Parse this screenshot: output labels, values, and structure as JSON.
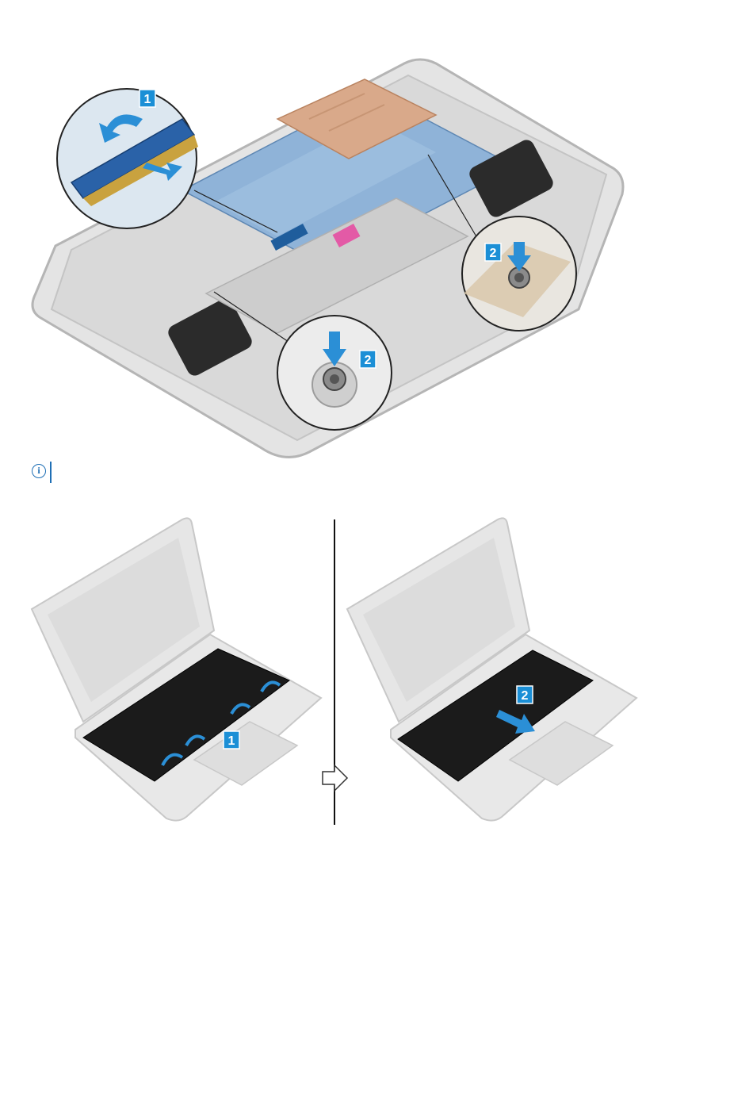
{
  "figure_top": {
    "callouts": [
      {
        "label": "1"
      },
      {
        "label": "2"
      },
      {
        "label": "2"
      }
    ]
  },
  "note": {
    "icon": "info-icon",
    "accent_color": "#1f6fb5"
  },
  "figure_bottom": {
    "callouts": [
      {
        "label": "1"
      },
      {
        "label": "2"
      }
    ],
    "arrow_icon": "right-arrow-outline-icon"
  },
  "colors": {
    "callout_blue": "#1b8fd6",
    "chassis_gray": "#d6d6d6",
    "board_blue": "#7fa8cf",
    "copper": "#d9a98a",
    "keyboard_black": "#1b1b1b"
  }
}
